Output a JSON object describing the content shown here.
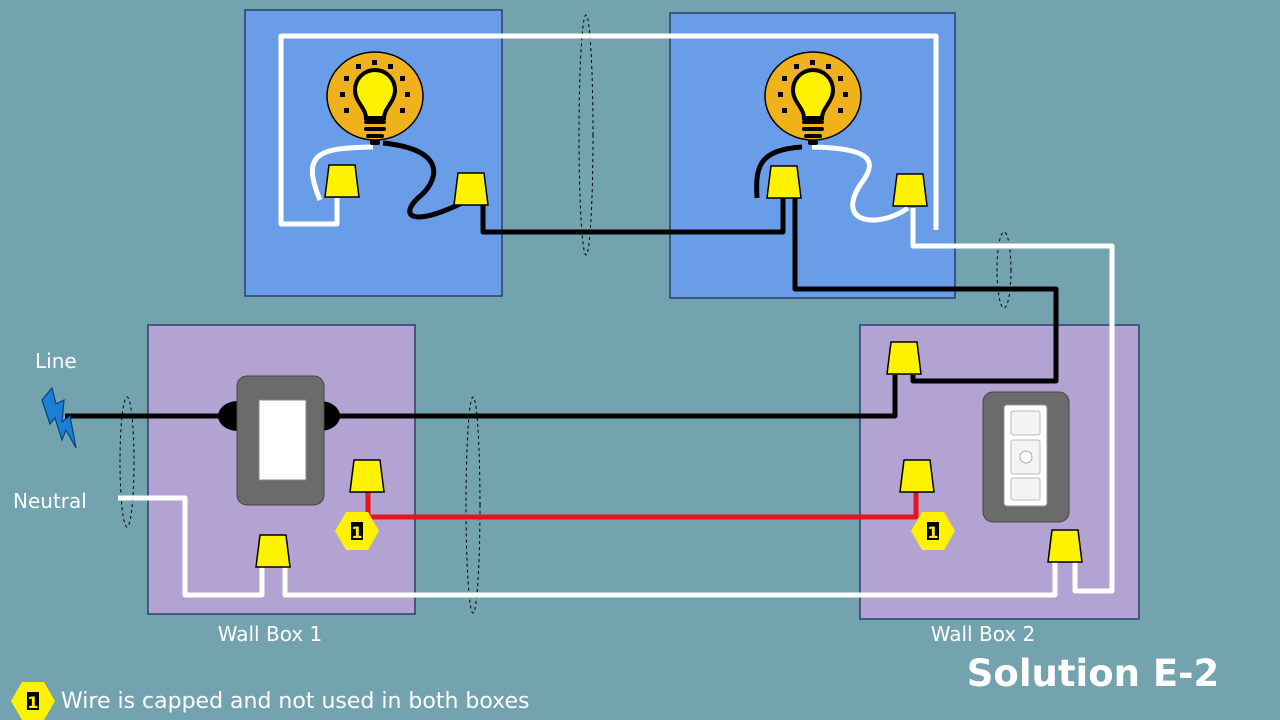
{
  "labels": {
    "line": "Line",
    "neutral": "Neutral",
    "wall_box_1": "Wall Box 1",
    "wall_box_2": "Wall Box 2",
    "solution": "Solution E-2"
  },
  "legend": {
    "marker": "1",
    "text": "Wire is capped and not used in both boxes"
  },
  "capped_marker_label": "1",
  "colors": {
    "background": "#73a3ae",
    "light_box": "#6a9de8",
    "wall_box": "#b3a3d3",
    "wire_hot": "#000000",
    "wire_neutral": "#ffffff",
    "wire_traveler": "#e8141b",
    "wire_nut": "#fff200",
    "capped_marker": "#fff200",
    "bulb_halo": "#f0b21b",
    "bulb_glass": "#fff200"
  }
}
